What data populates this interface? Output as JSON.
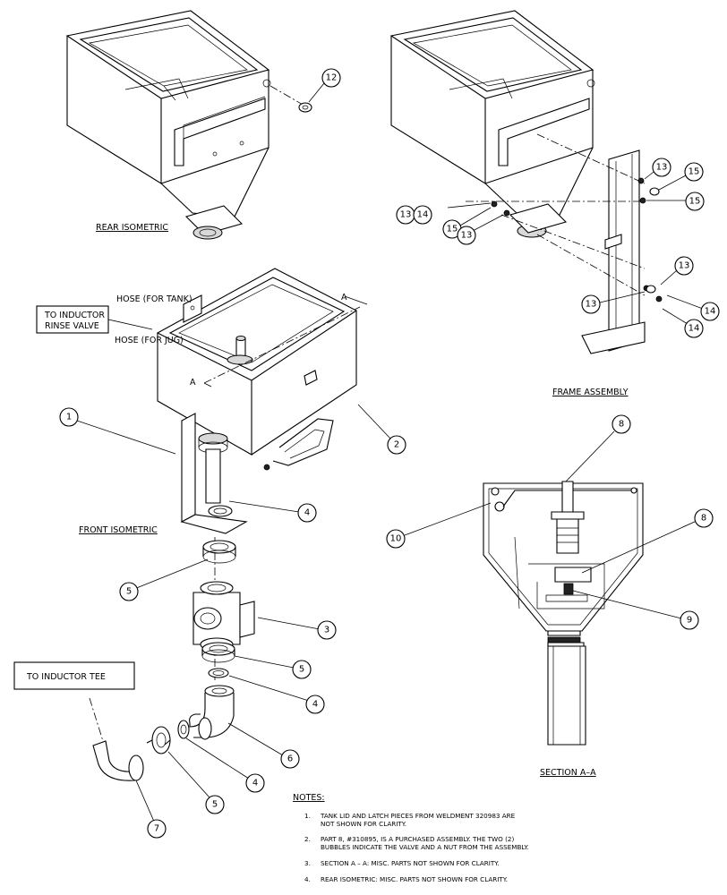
{
  "views": {
    "rear_isometric": "REAR ISOMETRIC",
    "frame_assembly": "FRAME ASSEMBLY",
    "front_isometric": "FRONT ISOMETRIC",
    "section_aa": "SECTION A–A"
  },
  "callouts": {
    "hose_tank": "HOSE (FOR TANK)",
    "hose_jug": "HOSE (FOR JUG)",
    "inductor_rinse_line1": "TO INDUCTOR",
    "inductor_rinse_line2": "RINSE VALVE",
    "inductor_tee": "TO INDUCTOR TEE",
    "section_mark_a_top": "A",
    "section_mark_a_bottom": "A"
  },
  "bubbles": {
    "b1": "1",
    "b2": "2",
    "b3": "3",
    "b4a": "4",
    "b4b": "4",
    "b4c": "4",
    "b5a": "5",
    "b5b": "5",
    "b5c": "5",
    "b6": "6",
    "b7": "7",
    "b8a": "8",
    "b8b": "8",
    "b9": "9",
    "b10": "10",
    "b12": "12",
    "b13a": "13",
    "b13b": "13",
    "b13c": "13",
    "b13d": "13",
    "b13e": "13",
    "b14a": "14",
    "b14b": "14",
    "b14c": "14",
    "b15a": "15",
    "b15b": "15",
    "b15c": "15"
  },
  "notes": {
    "heading": "NOTES:",
    "items": [
      {
        "num": "1.",
        "line1": "TANK LID AND LATCH PIECES FROM WELDMENT 320983 ARE",
        "line2": "NOT SHOWN FOR CLARITY."
      },
      {
        "num": "2.",
        "line1": "PART 8, #310895, IS A PURCHASED ASSEMBLY.  THE TWO (2)",
        "line2": "BUBBLES INDICATE THE VALVE AND A NUT FROM THE ASSEMBLY."
      },
      {
        "num": "3.",
        "line1": "SECTION A – A:  MISC. PARTS NOT SHOWN FOR CLARITY.",
        "line2": ""
      },
      {
        "num": "4.",
        "line1": "REAR ISOMETRIC:  MISC. PARTS NOT SHOWN FOR CLARITY.",
        "line2": ""
      }
    ]
  }
}
